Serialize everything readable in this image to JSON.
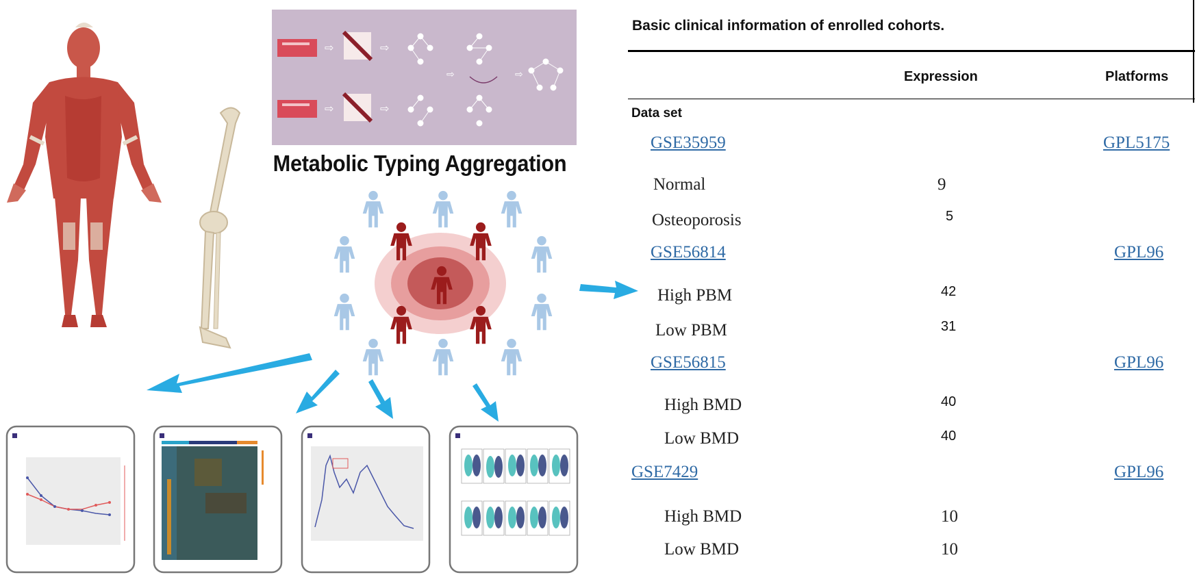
{
  "figure": {
    "center_title": "Metabolic Typing Aggregation"
  },
  "table": {
    "title": "Basic clinical information of enrolled cohorts.",
    "headers": {
      "expression": "Expression",
      "platforms": "Platforms"
    },
    "section_label": "Data set",
    "datasets": [
      {
        "id": "GSE35959",
        "platform": "GPL5175",
        "rows": [
          {
            "label": "Normal",
            "value": "9"
          },
          {
            "label": "Osteoporosis",
            "value": "5"
          }
        ]
      },
      {
        "id": "GSE56814",
        "platform": "GPL96",
        "rows": [
          {
            "label": "High PBM",
            "value": "42"
          },
          {
            "label": "Low PBM",
            "value": "31"
          }
        ]
      },
      {
        "id": "GSE56815",
        "platform": "GPL96",
        "rows": [
          {
            "label": "High BMD",
            "value": "40"
          },
          {
            "label": "Low BMD",
            "value": "40"
          }
        ]
      },
      {
        "id": "GSE7429",
        "platform": "GPL96",
        "rows": [
          {
            "label": "High BMD",
            "value": "10"
          },
          {
            "label": "Low BMD",
            "value": "10"
          }
        ]
      }
    ]
  },
  "colors": {
    "arrow": "#29abe2",
    "person_light": "#a9c8e6",
    "person_dark": "#9b1c1c",
    "link": "#2f6aa5",
    "panel_bg": "#c9b8cc"
  }
}
